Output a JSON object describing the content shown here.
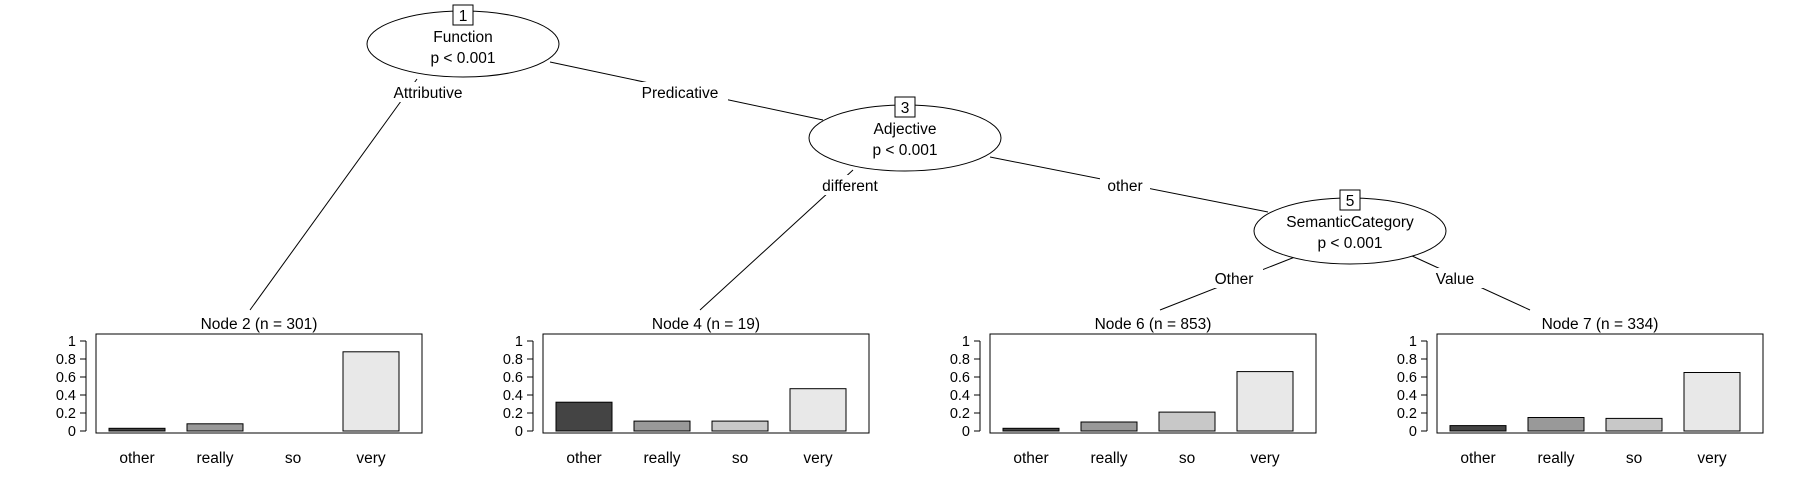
{
  "inner_nodes": [
    {
      "id": "1",
      "variable": "Function",
      "pvalue": "p < 0.001"
    },
    {
      "id": "3",
      "variable": "Adjective",
      "pvalue": "p < 0.001"
    },
    {
      "id": "5",
      "variable": "SemanticCategory",
      "pvalue": "p < 0.001"
    }
  ],
  "edges": [
    {
      "from": "1",
      "to": "2",
      "label": "Attributive"
    },
    {
      "from": "1",
      "to": "3",
      "label": "Predicative"
    },
    {
      "from": "3",
      "to": "4",
      "label": "different"
    },
    {
      "from": "3",
      "to": "5",
      "label": "other"
    },
    {
      "from": "5",
      "to": "6",
      "label": "Other"
    },
    {
      "from": "5",
      "to": "7",
      "label": "Value"
    }
  ],
  "chart_data": [
    {
      "type": "bar",
      "title": "Node 2 (n = 301)",
      "categories": [
        "other",
        "really",
        "so",
        "very"
      ],
      "values": [
        0.03,
        0.08,
        0.0,
        0.88
      ],
      "ylim": [
        0,
        1
      ],
      "yticks": [
        "0",
        "0.2",
        "0.4",
        "0.6",
        "0.8",
        "1"
      ],
      "xlabel": "",
      "ylabel": "",
      "colors": [
        "#444444",
        "#999999",
        "#c8c8c8",
        "#e8e8e8"
      ]
    },
    {
      "type": "bar",
      "title": "Node 4 (n = 19)",
      "categories": [
        "other",
        "really",
        "so",
        "very"
      ],
      "values": [
        0.32,
        0.11,
        0.11,
        0.47
      ],
      "ylim": [
        0,
        1
      ],
      "yticks": [
        "0",
        "0.2",
        "0.4",
        "0.6",
        "0.8",
        "1"
      ],
      "xlabel": "",
      "ylabel": "",
      "colors": [
        "#444444",
        "#999999",
        "#c8c8c8",
        "#e8e8e8"
      ]
    },
    {
      "type": "bar",
      "title": "Node 6 (n = 853)",
      "categories": [
        "other",
        "really",
        "so",
        "very"
      ],
      "values": [
        0.03,
        0.1,
        0.21,
        0.66
      ],
      "ylim": [
        0,
        1
      ],
      "yticks": [
        "0",
        "0.2",
        "0.4",
        "0.6",
        "0.8",
        "1"
      ],
      "xlabel": "",
      "ylabel": "",
      "colors": [
        "#444444",
        "#999999",
        "#c8c8c8",
        "#e8e8e8"
      ]
    },
    {
      "type": "bar",
      "title": "Node 7 (n = 334)",
      "categories": [
        "other",
        "really",
        "so",
        "very"
      ],
      "values": [
        0.06,
        0.15,
        0.14,
        0.65
      ],
      "ylim": [
        0,
        1
      ],
      "yticks": [
        "0",
        "0.2",
        "0.4",
        "0.6",
        "0.8",
        "1"
      ],
      "xlabel": "",
      "ylabel": "",
      "colors": [
        "#444444",
        "#999999",
        "#c8c8c8",
        "#e8e8e8"
      ]
    }
  ]
}
